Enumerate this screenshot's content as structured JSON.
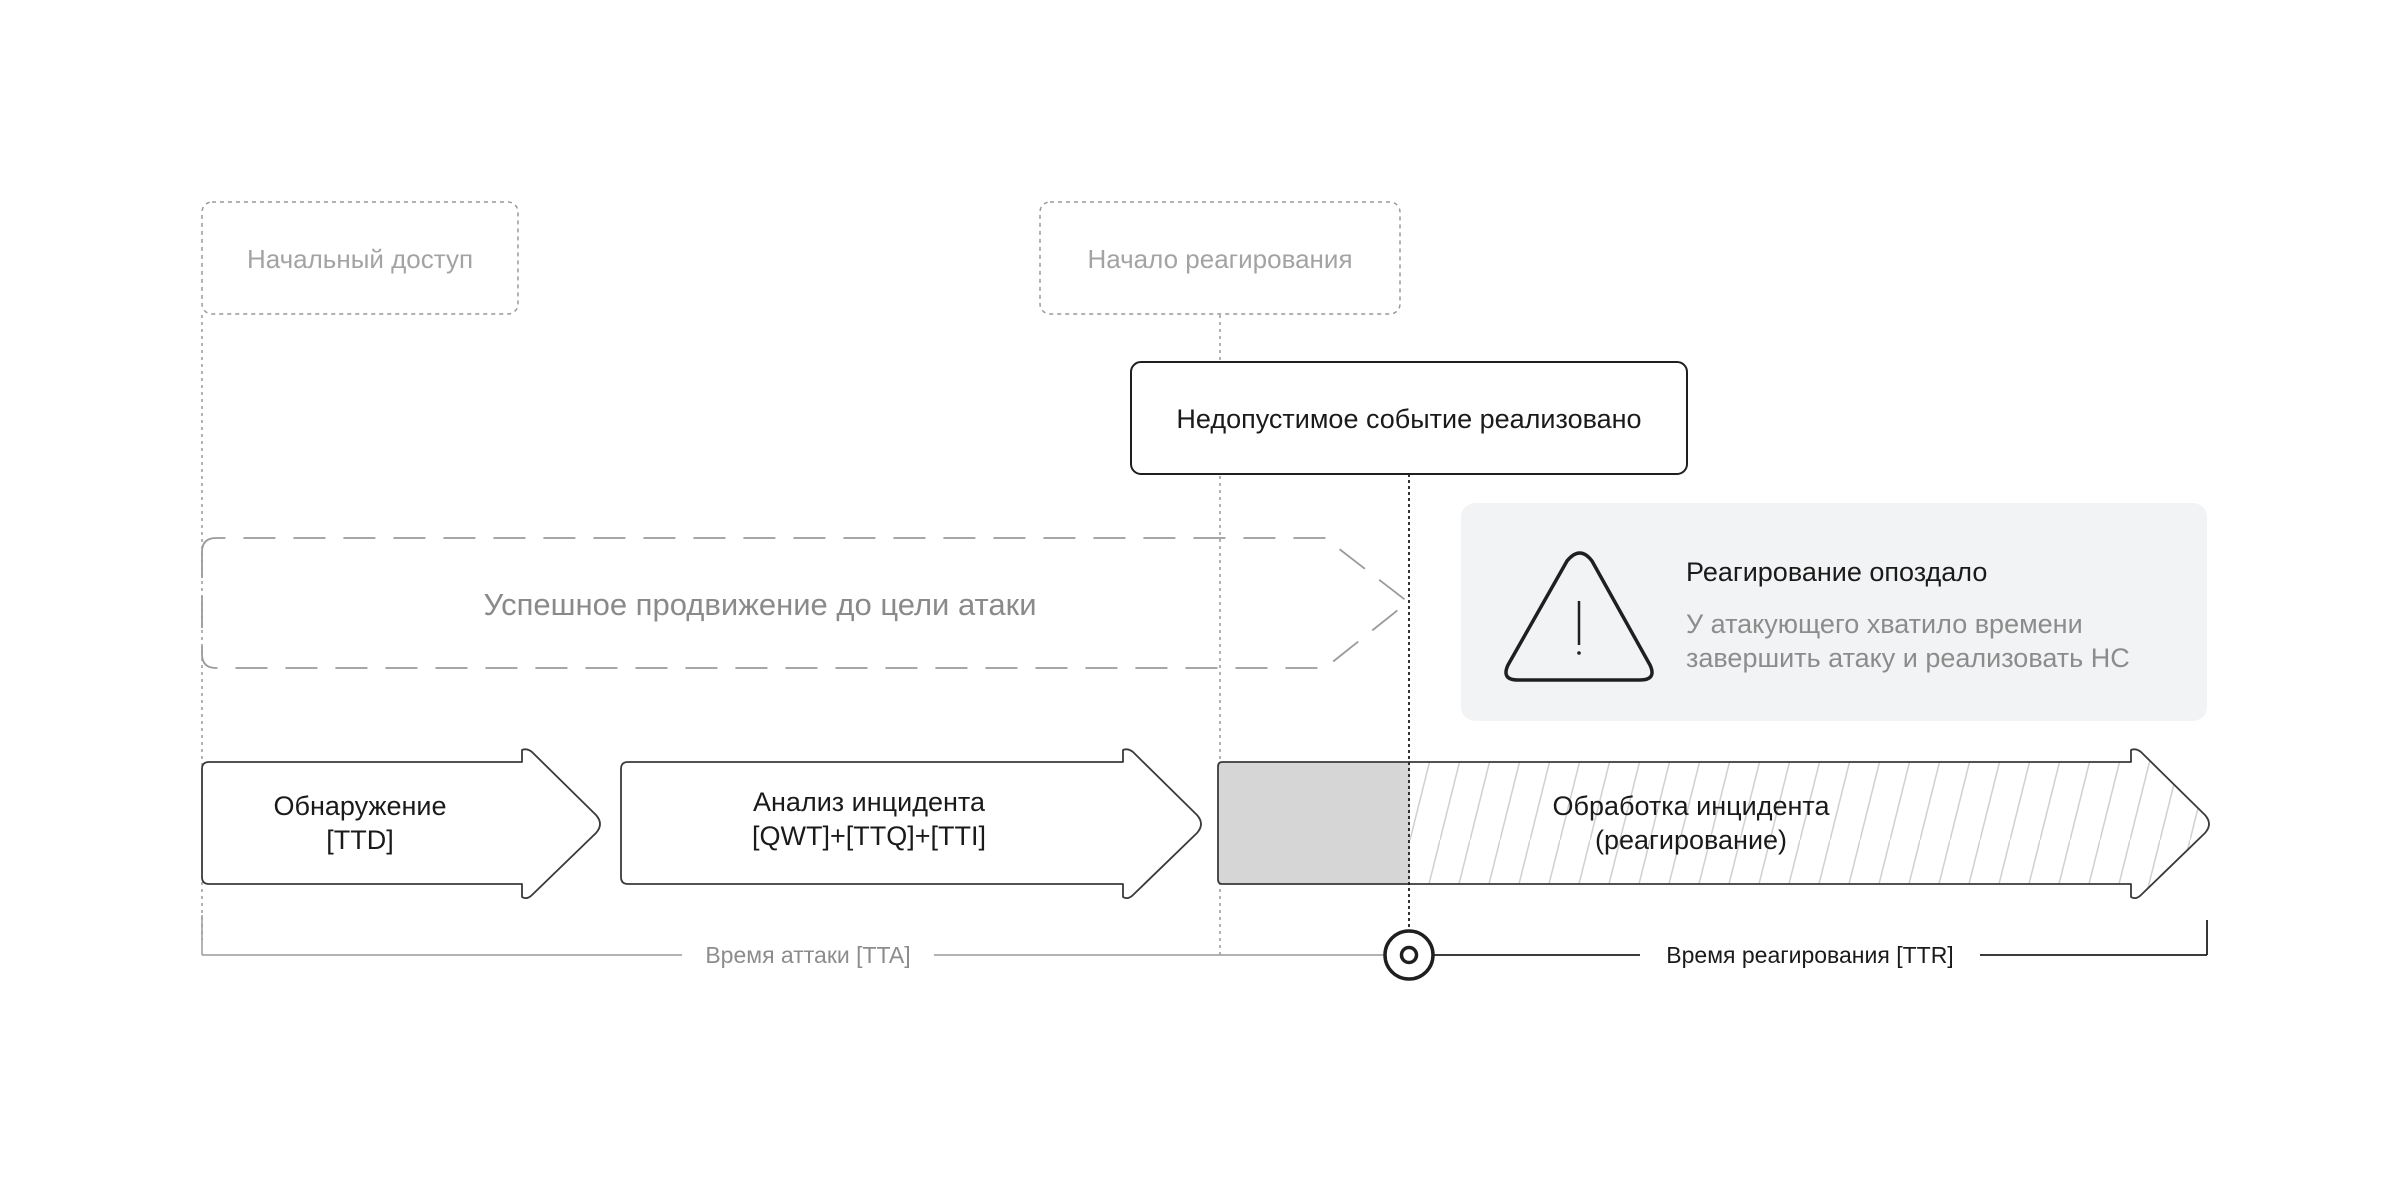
{
  "milestones": {
    "initial_access": "Начальный доступ",
    "response_start": "Начало реагирования",
    "event_realized": "Недопустимое событие реализовано"
  },
  "attack_progress": {
    "label": "Успешное продвижение до цели атаки"
  },
  "warning": {
    "icon": "warning-triangle-icon",
    "title": "Реагирование опоздало",
    "body_line1": "У атакующего хватило времени",
    "body_line2": "завершить атаку и реализовать НС"
  },
  "phases": {
    "detection": {
      "line1": "Обнаружение",
      "line2": "[TTD]"
    },
    "analysis": {
      "line1": "Анализ инцидента",
      "line2": "[QWT]+[TTQ]+[TTI]"
    },
    "handling": {
      "line1": "Обработка инцидента",
      "line2": "(реагирование)"
    }
  },
  "timeline": {
    "attack_time": "Время аттаки [TTA]",
    "response_time": "Время реагирования [TTR]"
  },
  "colors": {
    "stroke_dark": "#1f1f1f",
    "stroke_faint": "#9a9a9a",
    "fill_gray": "#d6d6d6",
    "panel_bg": "#f2f3f4"
  }
}
